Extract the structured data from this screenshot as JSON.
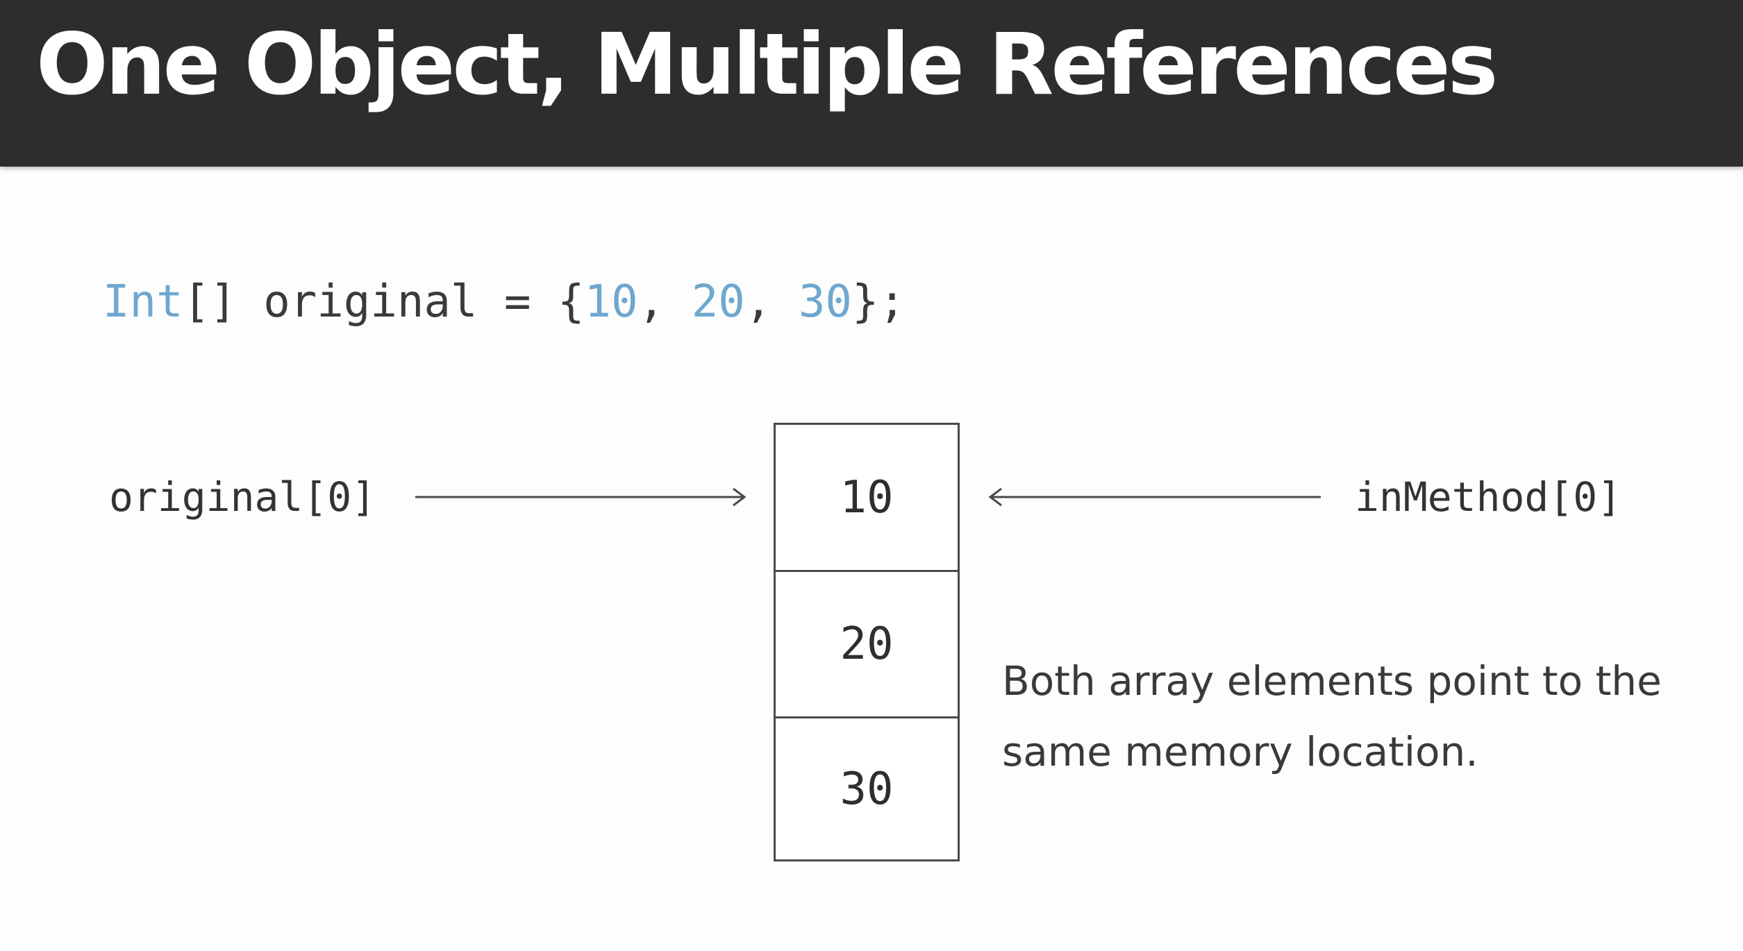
{
  "slide": {
    "title": "One Object, Multiple References"
  },
  "code": {
    "type_keyword": "Int",
    "declaration": "[] original = {",
    "values": [
      "10",
      "20",
      "30"
    ],
    "separator": ", ",
    "ending": "};"
  },
  "diagram": {
    "left_reference": "original[0]",
    "right_reference": "inMethod[0]",
    "cells": [
      "10",
      "20",
      "30"
    ],
    "note": "Both array elements point to the same memory location."
  },
  "colors": {
    "title_bar": "#2d2d2d",
    "code_highlight": "#6ea7cf"
  }
}
